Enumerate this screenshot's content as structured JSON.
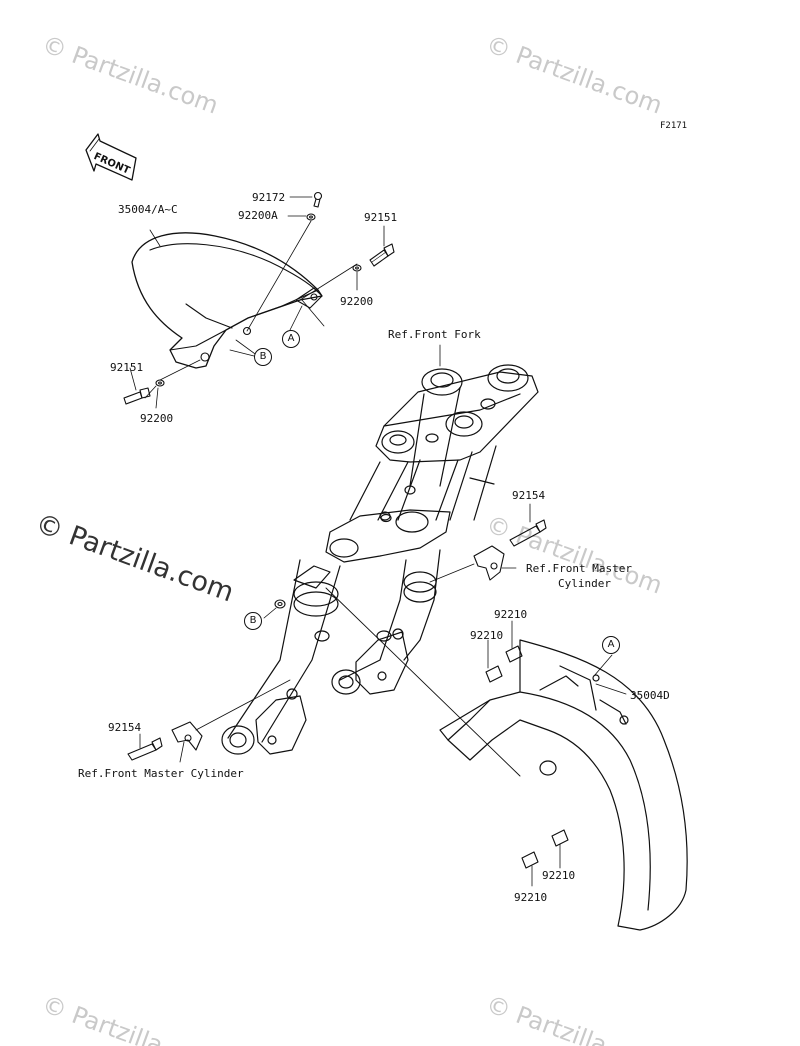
{
  "diagram_code": "F2171",
  "front_arrow_text": "FRONT",
  "watermark": "© Partzilla.com",
  "callouts": {
    "a": "A",
    "b": "B"
  },
  "parts": {
    "p35004_ac": "35004/A~C",
    "p92172": "92172",
    "p92200a": "92200A",
    "p92151_top": "92151",
    "p92200_top": "92200",
    "p92151_left": "92151",
    "p92200_left": "92200",
    "ref_front_fork": "Ref.Front Fork",
    "p92154_right": "92154",
    "ref_master_cyl_right_1": "Ref.Front Master",
    "ref_master_cyl_right_2": "Cylinder",
    "p92210_a": "92210",
    "p92210_b": "92210",
    "p35004d": "35004D",
    "p92154_left": "92154",
    "ref_master_cyl_left": "Ref.Front Master Cylinder",
    "p92210_c": "92210",
    "p92210_d": "92210"
  }
}
